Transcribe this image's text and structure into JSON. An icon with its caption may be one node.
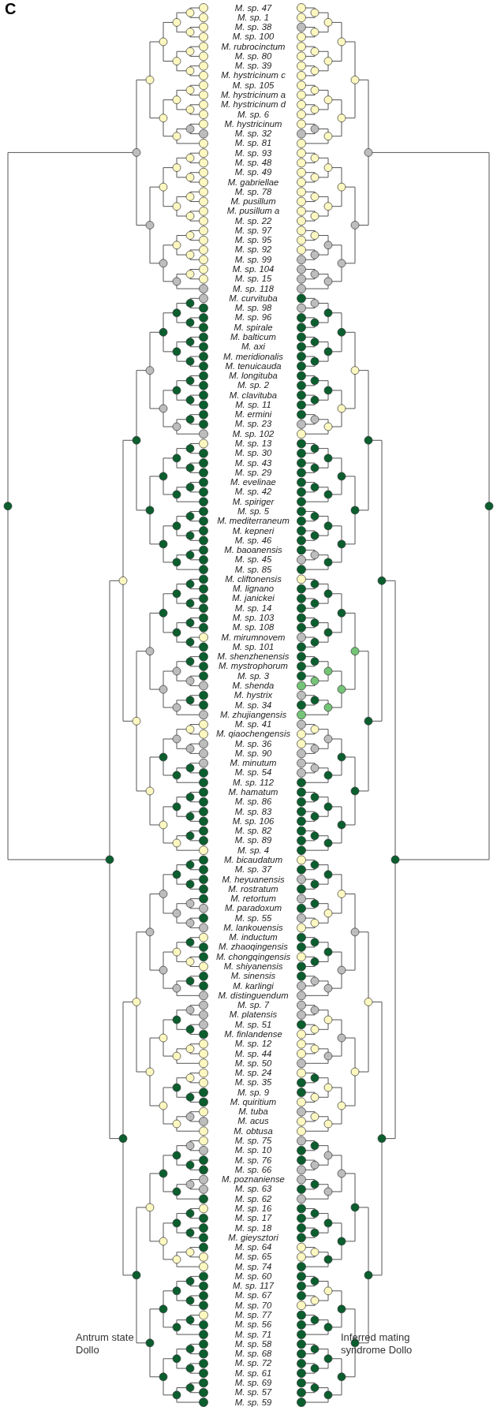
{
  "diagram": {
    "labels": [
      "C",
      "M. sp. 47",
      "M. sp. 1",
      "M. sp. 38",
      "M. sp. 100",
      "M. rubrocinctum",
      "M. sp. 80",
      "M. sp. 39",
      "M. hystricinum c",
      "M. sp. 105",
      "M. hystricinum a",
      "M. hystricinum d",
      "M. sp. 6",
      "M. hystricinum",
      "M. sp. 32",
      "M. sp. 81",
      "M. sp. 93",
      "M. sp. 48",
      "M. sp. 49",
      "M. gabriellae",
      "M. sp. 78",
      "M. pusillum",
      "M. pusillum a",
      "M. sp. 22",
      "M. sp. 97",
      "M. sp. 95",
      "M. sp. 92",
      "M. sp. 99",
      "M. sp. 104",
      "M. sp. 15",
      "M. sp. 118",
      "M. curvituba",
      "M. sp. 98",
      "M. sp. 96",
      "M. spirale",
      "M. balticum",
      "M. axi",
      "M. meridionalis",
      "M. tenuicauda",
      "M. longituba",
      "M. sp. 2",
      "M. clavituba",
      "M. sp. 11",
      "M. ermini",
      "M. sp. 23",
      "M. sp. 102",
      "M. sp. 13",
      "M. sp. 30",
      "M. sp. 43",
      "M. sp. 29",
      "M. evelinae",
      "M. sp. 42",
      "M. spiriger",
      "M. sp. 5",
      "M. mediterraneum",
      "M. kepneri",
      "M. sp. 46",
      "M. baoanensis",
      "M. sp. 45",
      "M. sp. 85",
      "M. cliftonensis",
      "M. lignano",
      "M. janickei",
      "M. sp. 14",
      "M. sp. 103",
      "M. sp. 108",
      "M. mirumnovem",
      "M. sp. 101",
      "M. shenzhenensis",
      "M. mystrophorum",
      "M. sp. 3",
      "M. shenda",
      "M. hystrix",
      "M. sp. 34",
      "M. zhujiangensis",
      "M. sp. 41",
      "M. qiaochengensis",
      "M. sp. 36",
      "M. sp. 90",
      "M. minutum",
      "M. sp. 54",
      "M. sp. 112",
      "M. hamatum",
      "M. sp. 86",
      "M. sp. 83",
      "M. sp. 106",
      "M. sp. 82",
      "M. sp. 89",
      "M. sp. 4",
      "M. bicaudatum",
      "M. sp. 37",
      "M. heyuanensis",
      "M. rostratum",
      "M. retortum",
      "M. paradoxum",
      "M. sp. 55",
      "M. lankouensis",
      "M. inductum",
      "M. zhaoqingensis",
      "M. chongqingensis",
      "M. shiyanensis",
      "M. sinensis",
      "M. karlingi",
      "M. distinguendum",
      "M. sp. 7",
      "M. platensis",
      "M. sp. 51",
      "M. finlandense",
      "M. sp. 12",
      "M. sp. 44",
      "M. sp. 50",
      "M. sp. 24",
      "M. sp. 35",
      "M. sp. 9",
      "M. quiritium",
      "M. tuba",
      "M. acus",
      "M. obtusa",
      "M. sp. 75",
      "M. sp. 10",
      "M. sp. 76",
      "M. sp. 66",
      "M. poznaniense",
      "M. sp. 63",
      "M. sp. 62",
      "M. sp. 16",
      "M. sp. 17",
      "M. sp. 18",
      "M. gieysztori",
      "M. sp. 64",
      "M. sp. 65",
      "M. sp. 74",
      "M. sp. 60",
      "M. sp. 117",
      "M. sp. 67",
      "M. sp. 70",
      "M. sp. 77",
      "M. sp. 56",
      "M. sp. 71",
      "M. sp. 58",
      "M. sp. 68",
      "M. sp. 72",
      "M. sp. 61",
      "M. sp. 69",
      "M. sp. 57",
      "M. sp. 59",
      "Antrum state Dollo",
      "Inferred mating syndrome Dollo"
    ]
  }
}
